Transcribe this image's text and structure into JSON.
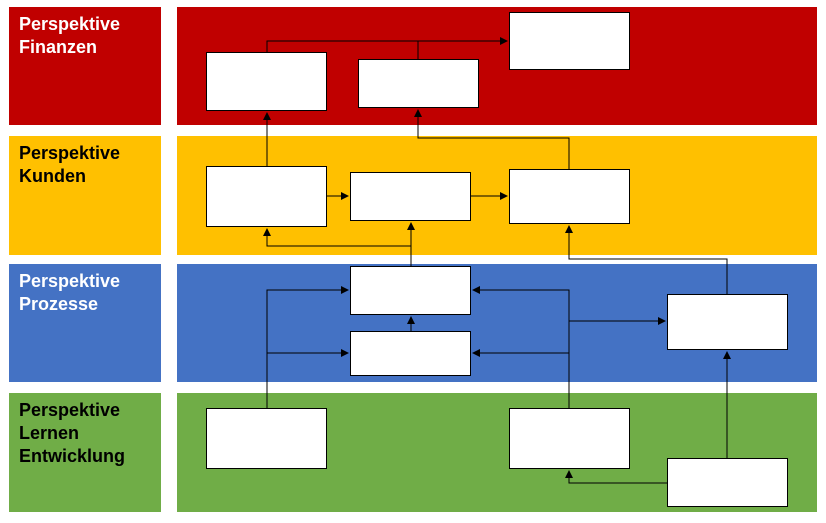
{
  "colors": {
    "finanzen": "#C00000",
    "kunden": "#FFC000",
    "prozesse": "#4472C4",
    "lernen": "#70AD47",
    "node_fill": "#FFFFFF",
    "edge": "#000000"
  },
  "perspectives": [
    {
      "id": "finanzen",
      "label": "Perspektive\nFinanzen"
    },
    {
      "id": "kunden",
      "label": "Perspektive\nKunden"
    },
    {
      "id": "prozesse",
      "label": "Perspektive\nProzesse"
    },
    {
      "id": "lernen",
      "label": "Perspektive\nLernen\nEntwicklung"
    }
  ],
  "nodes": [
    {
      "id": "f1",
      "perspective": "finanzen",
      "text": ""
    },
    {
      "id": "f2",
      "perspective": "finanzen",
      "text": ""
    },
    {
      "id": "f3",
      "perspective": "finanzen",
      "text": ""
    },
    {
      "id": "k1",
      "perspective": "kunden",
      "text": ""
    },
    {
      "id": "k2",
      "perspective": "kunden",
      "text": ""
    },
    {
      "id": "k3",
      "perspective": "kunden",
      "text": ""
    },
    {
      "id": "p1",
      "perspective": "prozesse",
      "text": ""
    },
    {
      "id": "p2",
      "perspective": "prozesse",
      "text": ""
    },
    {
      "id": "p3",
      "perspective": "prozesse",
      "text": ""
    },
    {
      "id": "l1",
      "perspective": "lernen",
      "text": ""
    },
    {
      "id": "l2",
      "perspective": "lernen",
      "text": ""
    },
    {
      "id": "l3",
      "perspective": "lernen",
      "text": ""
    }
  ],
  "edges": [
    {
      "from": "k1",
      "to": "f1"
    },
    {
      "from": "f1",
      "to": "f3"
    },
    {
      "from": "f2",
      "to": "f3"
    },
    {
      "from": "k3",
      "to": "f2"
    },
    {
      "from": "k1",
      "to": "k2"
    },
    {
      "from": "k2",
      "to": "k3"
    },
    {
      "from": "p1",
      "to": "k1"
    },
    {
      "from": "p1",
      "to": "k2"
    },
    {
      "from": "p2",
      "to": "p1"
    },
    {
      "from": "p3",
      "to": "k3"
    },
    {
      "from": "l1",
      "to": "p1"
    },
    {
      "from": "l1",
      "to": "p2"
    },
    {
      "from": "l2",
      "to": "p1"
    },
    {
      "from": "l2",
      "to": "p2"
    },
    {
      "from": "l2",
      "to": "p3"
    },
    {
      "from": "l3",
      "to": "l2"
    },
    {
      "from": "l3",
      "to": "p3"
    }
  ]
}
